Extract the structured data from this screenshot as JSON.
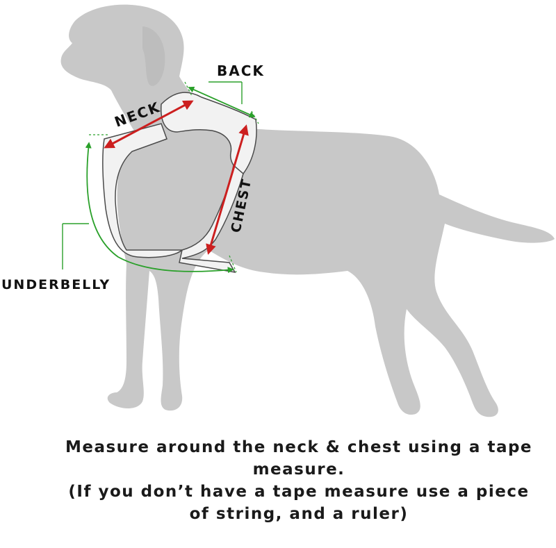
{
  "labels": {
    "back": "BACK",
    "neck": "NECK",
    "chest": "CHEST",
    "underbelly": "UNDERBELLY"
  },
  "caption": {
    "line1": "Measure around the neck & chest using a tape",
    "line2": "measure.",
    "line3": "(If you don’t have a tape measure use a piece",
    "line4": "of string, and a ruler)"
  },
  "colors": {
    "dog_silhouette": "#c8c8c8",
    "harness_fill": "#f2f2f2",
    "harness_stroke": "#4a4a4a",
    "measure_red": "#cc1f1f",
    "guide_green": "#2aa02a"
  },
  "icons": {
    "dog": "dog-silhouette-icon",
    "harness": "harness-icon"
  }
}
